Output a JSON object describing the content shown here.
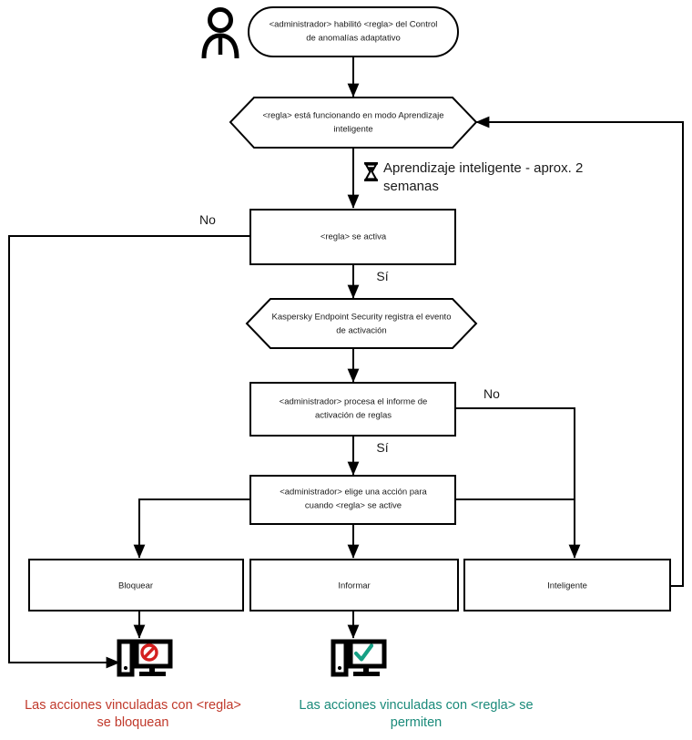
{
  "diagram": {
    "title": "Control de anomalias adaptativo - flujo de trabajo de la regla",
    "colors": {
      "line": "#000000",
      "shape_fill": "#ffffff",
      "text": "#1a1a1a",
      "blocked_red": "#c0392b",
      "allowed_green": "#1a8a7a",
      "block_icon_red": "#d42020",
      "allow_icon_green": "#16a085"
    },
    "nodes": {
      "start": {
        "shape": "stadium",
        "line1": "<administrador> habilitó <regla> del Control",
        "line2": "de anomalías adaptativo"
      },
      "learning": {
        "shape": "hexagon",
        "line1": "<regla> está funcionando en modo Aprendizaje",
        "line2": "inteligente"
      },
      "rule_triggers": {
        "shape": "rect",
        "line1": "<regla> se activa"
      },
      "kes_event": {
        "shape": "hexagon",
        "line1": "Kaspersky Endpoint Security registra el evento",
        "line2": "de activación"
      },
      "admin_report": {
        "shape": "rect",
        "line1": "<administrador> procesa el informe de",
        "line2": "activación de reglas"
      },
      "admin_action": {
        "shape": "rect",
        "line1": "<administrador> elige una acción para",
        "line2": "cuando <regla> se active"
      },
      "block": {
        "shape": "rect",
        "line1": "Bloquear"
      },
      "inform": {
        "shape": "rect",
        "line1": "Informar"
      },
      "smart": {
        "shape": "rect",
        "line1": "Inteligente"
      }
    },
    "notes": {
      "learning_duration_line1": "Aprendizaje inteligente - aprox. 2",
      "learning_duration_line2": "semanas"
    },
    "branch_labels": {
      "rule_triggers_no": "No",
      "rule_triggers_yes": "Sí",
      "admin_report_no": "No",
      "admin_report_yes": "Sí"
    },
    "captions": {
      "blocked_line1": "Las acciones vinculadas con <regla>",
      "blocked_line2": "se bloquean",
      "allowed_line1": "Las acciones vinculadas con <regla> se",
      "allowed_line2": "permiten"
    },
    "icons": {
      "actor": "person-icon",
      "duration": "hourglass-icon",
      "blocked_computer": "computer-blocked-icon",
      "allowed_computer": "computer-allowed-icon"
    }
  }
}
